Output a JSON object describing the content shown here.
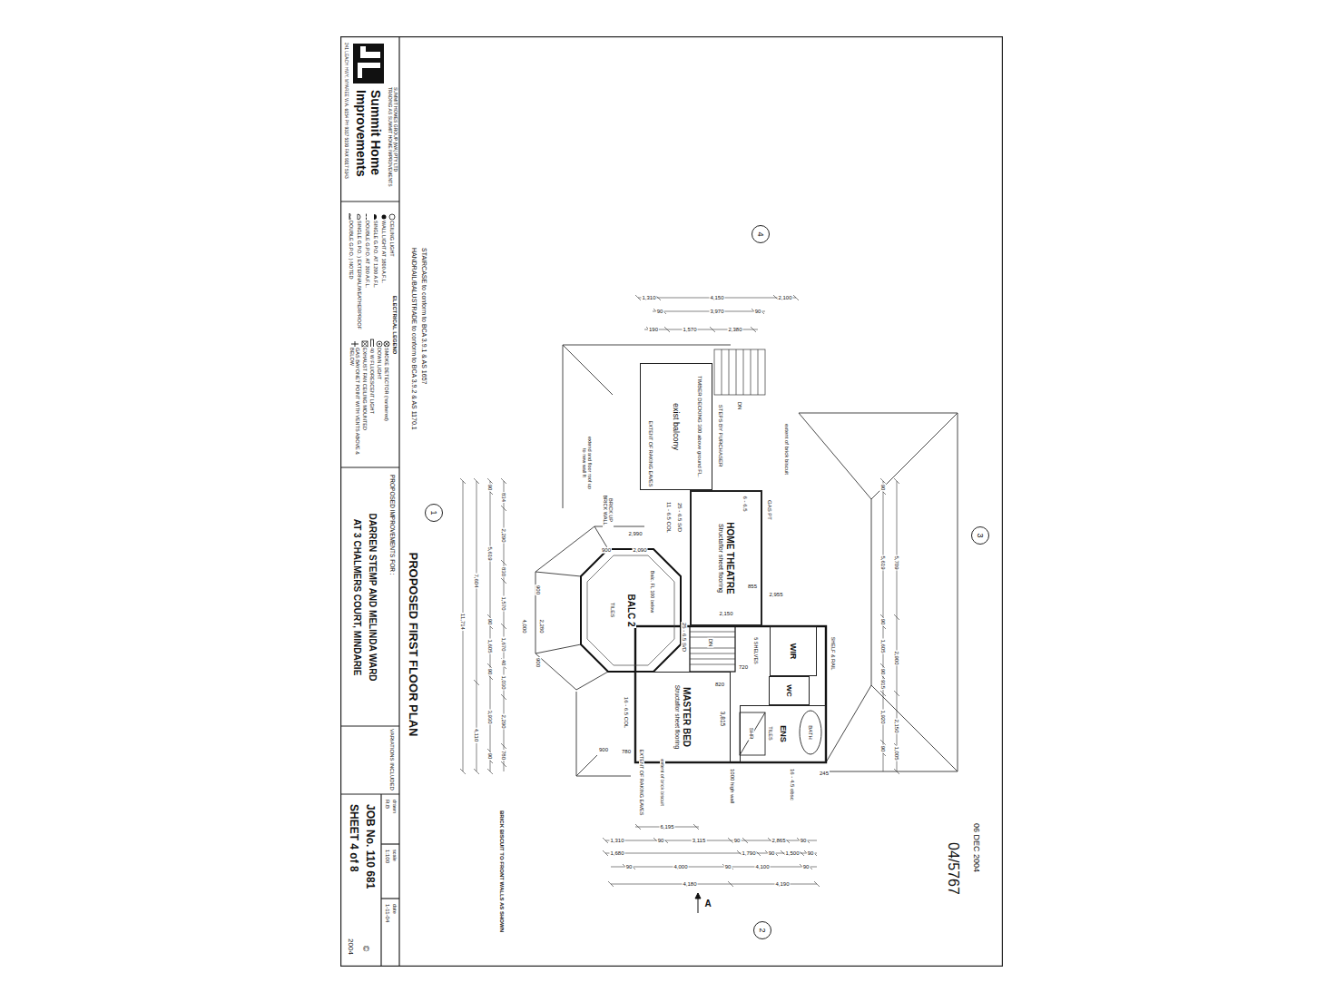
{
  "diagram": {
    "title": "PROPOSED FIRST FLOOR PLAN",
    "nodes": [
      {
        "text": [
          "3"
        ]
      },
      {
        "text": [
          "4"
        ]
      },
      {
        "text": [
          "2"
        ]
      },
      {
        "text": [
          "exist balcony"
        ]
      },
      {
        "text": [
          "HOME THEATRE",
          "Structaflor sheet flooring"
        ]
      },
      {
        "text": [
          "WIR"
        ]
      },
      {
        "text": [
          "WC"
        ]
      },
      {
        "text": [
          "ENS"
        ]
      },
      {
        "text": [
          "BALC 2"
        ]
      },
      {
        "text": [
          "MASTER BED",
          "Structaflor sheet flooring"
        ]
      },
      {
        "text": [
          "1"
        ]
      }
    ],
    "labels": [
      "STAIRCASE to conform to BCA 3.9.1 & AS 1657",
      "HANDRAIL/BALUSTRADE to conform to BCA 3.9.2 & AS 1170.1",
      "06 DEC 2004",
      "04/5767",
      "TIMBER DECKING 300 above ground FL.",
      "STEPS BY PURCHASER",
      "DN",
      "EXTENT OF RAKING EAVES",
      "extent of brick biscuit",
      "GAS PT",
      "6 - 6.5",
      "25 - 6.5 S/D",
      "11 - 6.5 COL",
      "BRICK UP BRICK WALL",
      "extend and floor roof up to new wall ft",
      "2,990",
      "2,090",
      "900",
      "Balc. FL 100 below",
      "TILES",
      "DN",
      "25 - 6.5 S/D",
      "5 SHELVES",
      "720",
      "SHELF & RAIL",
      "BATH",
      "TILES",
      "SHR",
      "16 - 4.5 obsc",
      "245",
      "1000 high wall",
      "3,815",
      "820",
      "16 - 6.5 COL",
      "780",
      "900",
      "extent of brick biscuit",
      "EXTENT OF RAKING EAVES",
      "BRICK BISCUIT TO FRONT WALLS AS SHOWN",
      "A",
      "855",
      "2,955",
      "2,150",
      "1,310",
      "4,150",
      "2,100",
      "90",
      "3,970",
      "90",
      "190",
      "1,570",
      "2,380",
      "11,714",
      "7,604",
      "4,110",
      "90",
      "5,619",
      "90",
      "1,605",
      "90",
      "3,930",
      "90",
      "834",
      "2,290",
      "830",
      "1,570",
      "1,670",
      "40",
      "1,030",
      "2,290",
      "780",
      "900",
      "4,000",
      "2,280",
      "900",
      "90",
      "5,619",
      "90",
      "1,605",
      "90",
      "915",
      "1,920",
      "90",
      "5,709",
      "2,900",
      "2,150",
      "1,005",
      "SUMMIT HOMES GROUP (WA) PTY LTD",
      "TRADING AS SUMMIT HOME IMPROVEMENTS",
      "Summit Home",
      "Improvements",
      "241 LEACH HWY, MYAREE W.A. 6154 PH 9317 5193 FAX 9317 5143",
      "ELECTRICAL LEGEND",
      "PROPOSED IMPROVEMENTS FOR :",
      "DARREN STEMP AND MELINDA WARD",
      "AT 3 CHALMERS COURT, MINDARIE",
      "VARIATIONS INCLUDED",
      "drawn",
      "R.B",
      "scale",
      "1:100",
      "date",
      "1-11-04",
      "JOB No. 110 681",
      "SHEET 4 of 8",
      "©",
      "2004",
      "6,195",
      "1,310",
      "90",
      "3,115",
      "90",
      "2,865",
      "90",
      "1,680",
      "1,790",
      "90",
      "1,500",
      "90",
      "90",
      "4,000",
      "90",
      "4,100",
      "90",
      "4,180",
      "4,190"
    ],
    "legend": [
      {
        "text": "CEILING LIGHT"
      },
      {
        "text": "WALL LIGHT AT 1800 A.F.L."
      },
      {
        "text": "SINGLE G.P.O. AT 1200 A.F.L."
      },
      {
        "text": "DOUBLE G.P.O. AT 300 A.F.L."
      },
      {
        "text": "SINGLE G.P.O. ) EXTERNAL/WEATHERPROOF"
      },
      {
        "text": "DOUBLE G.P.O. ) NOTED"
      },
      {
        "text": "SMOKE DETECTOR (hardwired)"
      },
      {
        "text": "DOWN LIGHT"
      },
      {
        "text": "40 W FLUORESCENT LIGHT"
      },
      {
        "text": "EXHAUST FAN CEILING MOUNTED"
      },
      {
        "text": "GAS BAYONET POINT WITH VENTS ABOVE & BELOW"
      }
    ]
  }
}
